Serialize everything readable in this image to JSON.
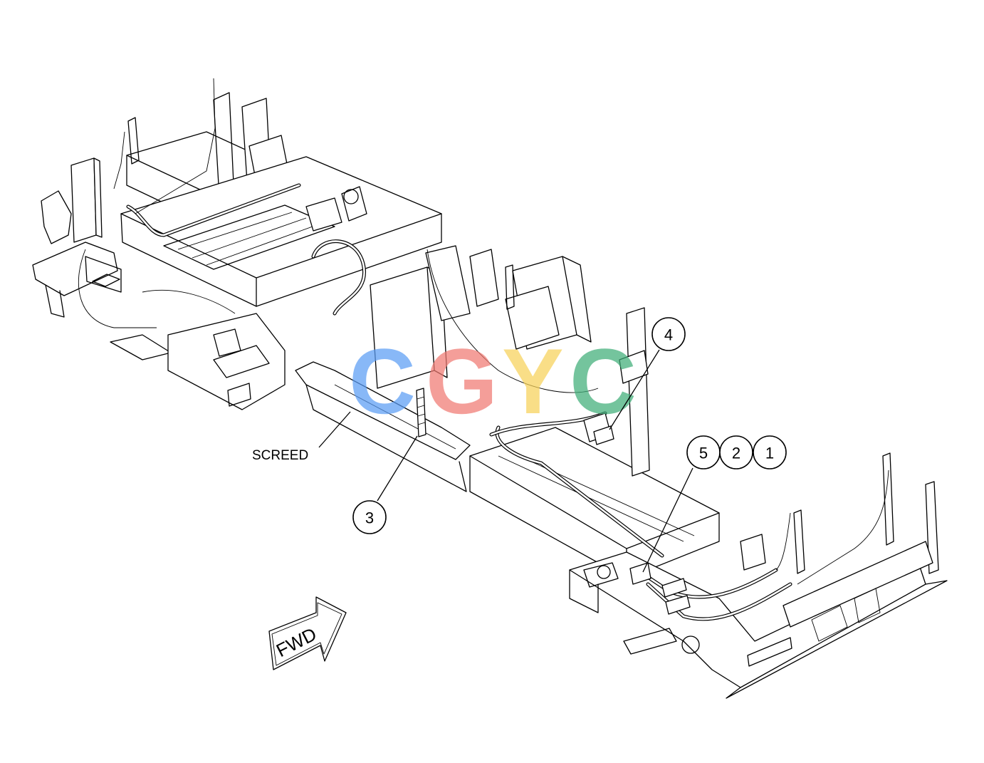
{
  "callouts": [
    {
      "id": "1",
      "label": "1"
    },
    {
      "id": "2",
      "label": "2"
    },
    {
      "id": "3",
      "label": "3"
    },
    {
      "id": "4",
      "label": "4"
    },
    {
      "id": "5",
      "label": "5"
    }
  ],
  "labels": {
    "screed": "SCREED",
    "direction": "FWD"
  },
  "watermark": {
    "letters": [
      "C",
      "G",
      "Y",
      "C"
    ],
    "colors": [
      "#5b9df5",
      "#f07a72",
      "#f7d25a",
      "#3fae78"
    ]
  },
  "colors": {
    "line": "#000000",
    "background": "#ffffff"
  }
}
